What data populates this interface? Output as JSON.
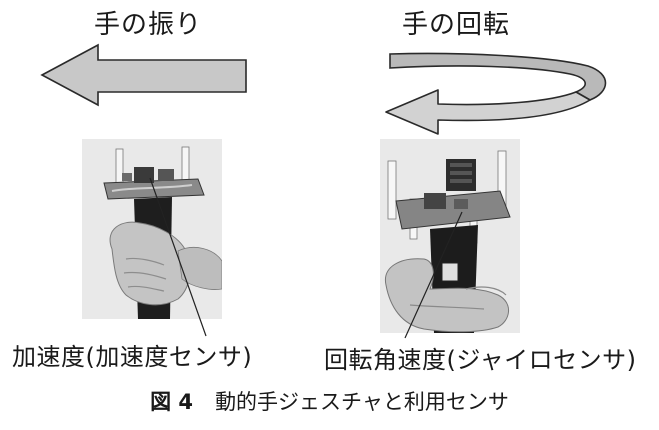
{
  "gestures": {
    "swing_label": "手の振り",
    "rotation_label": "手の回転"
  },
  "sensors": {
    "left_caption": "加速度(加速度センサ)",
    "right_caption": "回転角速度(ジャイロセンサ)"
  },
  "figure": {
    "number": "図 4",
    "caption": "動的手ジェスチャと利用センサ"
  },
  "colors": {
    "arrow_fill": "#c8c8c8",
    "arrow_stroke": "#2a2a2a",
    "text": "#1a1a1a"
  }
}
